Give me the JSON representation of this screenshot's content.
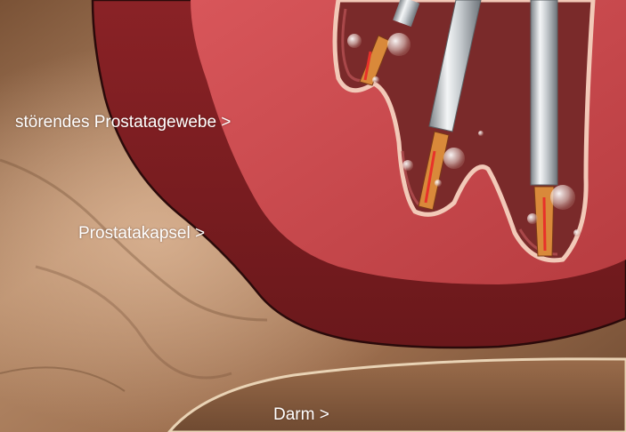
{
  "labels": {
    "tissue": "störendes Prostatagewebe >",
    "capsule": "Prostatakapsel >",
    "bowel": "Darm >"
  },
  "colors": {
    "background_tissue": "#9e7252",
    "capsule": "#7e1f22",
    "inner_tissue": "#c8474b",
    "cavity_lining": "#f2c9b8",
    "bowel": "#8b5e3f",
    "instrument": "#cfd3d6"
  }
}
